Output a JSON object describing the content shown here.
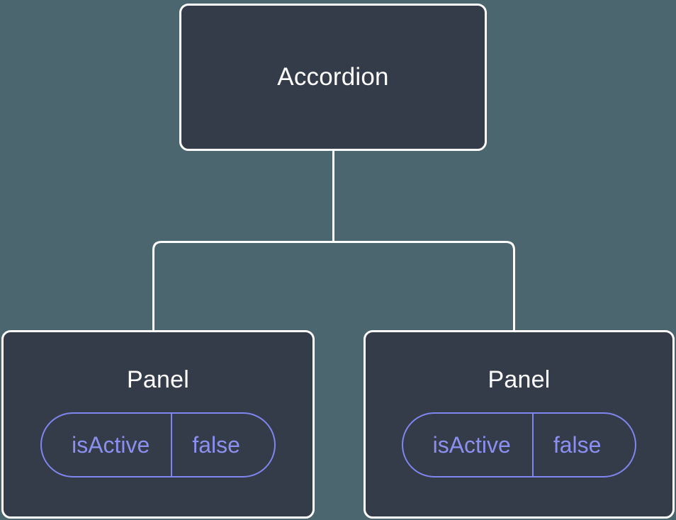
{
  "diagram": {
    "type": "component-tree",
    "background_color": "#4c666f",
    "node_fill_color": "#353c49",
    "node_border_color": "#ffffff",
    "edge_color": "#ffffff",
    "prop_accent_color": "#8086ef",
    "root": {
      "label": "Accordion"
    },
    "children": [
      {
        "label": "Panel",
        "props": [
          {
            "key": "isActive",
            "value": "false"
          }
        ]
      },
      {
        "label": "Panel",
        "props": [
          {
            "key": "isActive",
            "value": "false"
          }
        ]
      }
    ]
  }
}
